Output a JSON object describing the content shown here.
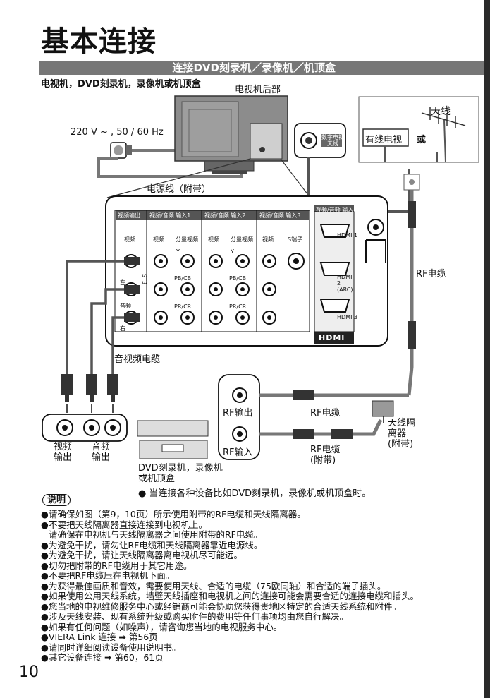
{
  "header": {
    "title": "基本连接",
    "section": "连接DVD刻录机／录像机／机顶盒"
  },
  "diagram": {
    "subtitle": "电视机，DVD刻录机，录像机或机顶盒",
    "tv_rear": "电视机后部",
    "power_spec": "220 V ~ , 50 / 60 Hz",
    "power_cord": "电源线（附带）",
    "antenna": "天线",
    "cable_tv": "有线电视",
    "or": "或",
    "digital_antenna": "数字电视天线",
    "panel": {
      "video_out": "视频输出",
      "av_in1": "视频/音频 输入1",
      "av_in2": "视频/音频 输入2",
      "av_in3": "视频/音频 输入3",
      "av_in_hdmi": "视频/音频 输入",
      "video": "视频",
      "component": "分量视频",
      "s_video": "S端子",
      "y": "Y",
      "pb": "PB/CB",
      "pr": "PR/CR",
      "left": "左",
      "right": "右",
      "audio": "音频",
      "st3": "ST3",
      "hdmi1": "HDMI 1",
      "hdmi2": "HDMI 2 (ARC)",
      "hdmi3": "HDMI 3",
      "hdmi_logo": "HDMI"
    },
    "rf_cable": "RF电缆",
    "av_cable": "音视频电缆",
    "rf_out": "RF输出",
    "rf_in": "RF输入",
    "rf_cable_mid": "RF电缆",
    "rf_cable_included": [
      "RF电缆",
      "(附带)"
    ],
    "antenna_isolator": [
      "天线隔",
      "离器",
      "(附带)"
    ],
    "video_output": [
      "视频",
      "输出"
    ],
    "audio_output": [
      "音频",
      "输出"
    ],
    "device": [
      "DVD刻录机，录像机",
      "或机顶盒"
    ],
    "note_devices": "● 当连接各种设备比如DVD刻录机，录像机或机顶盒时。"
  },
  "notes": {
    "badge": "说明",
    "items": [
      "请确保如图（第9，10页）所示使用附带的RF电缆和天线隔离器。",
      "不要把天线隔离器直接连接到电视机上。",
      "请确保在电视机与天线隔离器之间使用附带的RF电缆。",
      "为避免干扰，请勿让RF电缆和天线隔离器靠近电源线。",
      "为避免干扰，请让天线隔离器离电视机尽可能远。",
      "切勿把附带的RF电缆用于其它用途。",
      "不要把RF电缆压在电视机下面。",
      "为获得最佳画质和音效，需要使用天线、合适的电缆（75欧同轴）和合适的端子插头。",
      "如果使用公用天线系统，墙壁天线插座和电视机之间的连接可能会需要合适的连接电缆和插头。",
      "您当地的电视维修服务中心或经销商可能会协助您获得贵地区特定的合适天线系统和附件。",
      "涉及天线安装、现有系统升级或购买附件的费用等任何事项均由您自行解决。",
      "如果有任何问题（如噪声），请咨询您当地的电视服务中心。",
      "VIERA Link 连接 ➡ 第56页",
      "请同时详细阅读设备使用说明书。",
      "其它设备连接 ➡ 第60，61页"
    ]
  },
  "footer": {
    "page_number": "10"
  }
}
